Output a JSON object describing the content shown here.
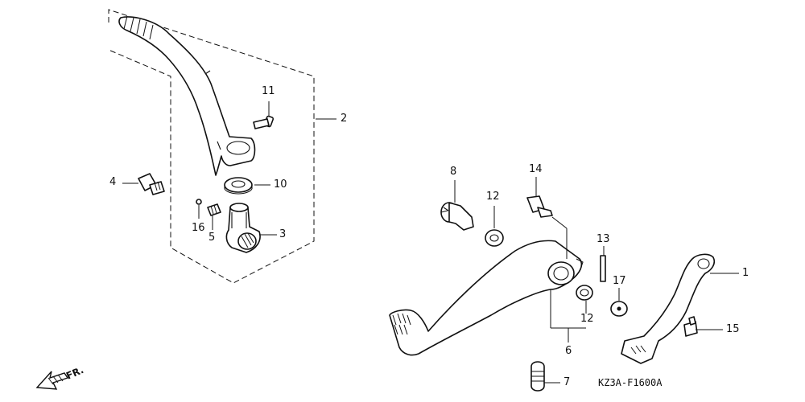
{
  "diagram": {
    "code": "KZ3A-F1600A",
    "direction_label": "FR.",
    "labels": {
      "p1": "1",
      "p2": "2",
      "p3": "3",
      "p4": "4",
      "p5": "5",
      "p6": "6",
      "p7": "7",
      "p8": "8",
      "p10": "10",
      "p11": "11",
      "p12a": "12",
      "p12b": "12",
      "p13": "13",
      "p14": "14",
      "p15": "15",
      "p16": "16",
      "p17": "17"
    }
  }
}
